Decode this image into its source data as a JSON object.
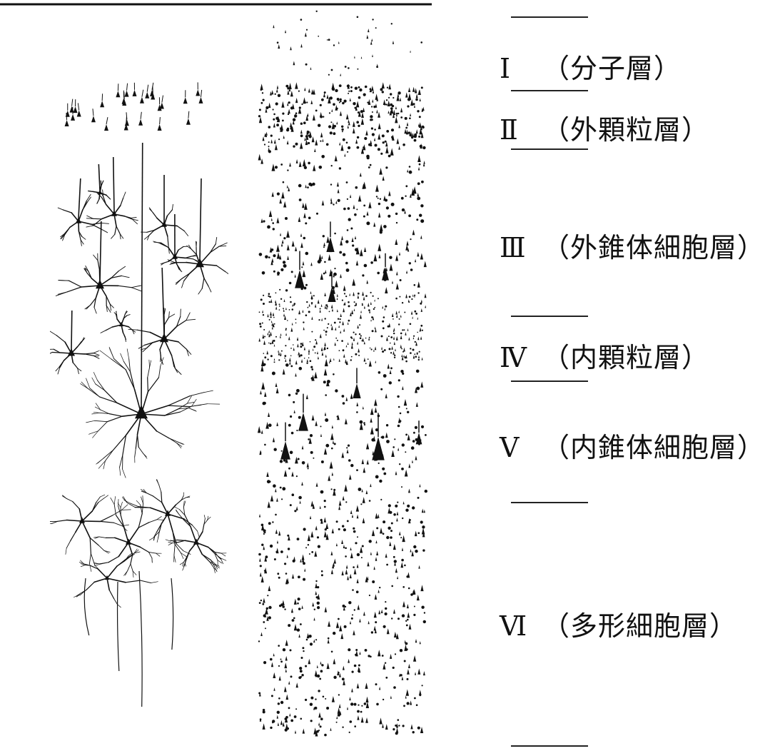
{
  "layers": [
    {
      "numeral": "Ⅰ",
      "name": "（分子層）"
    },
    {
      "numeral": "Ⅱ",
      "name": "（外顆粒層）"
    },
    {
      "numeral": "Ⅲ",
      "name": "（外錐体細胞層）"
    },
    {
      "numeral": "Ⅳ",
      "name": "（内顆粒層）"
    },
    {
      "numeral": "Ⅴ",
      "name": "（内錐体細胞層）"
    },
    {
      "numeral": "Ⅵ",
      "name": "（多形細胞層）"
    }
  ],
  "colors": {
    "ink": "#111111",
    "background": "#ffffff"
  },
  "panels": [
    {
      "id": "golgi",
      "depicts": "Golgi-stained neurons with dendrites"
    },
    {
      "id": "nissl",
      "depicts": "Nissl-stained cell bodies"
    }
  ]
}
